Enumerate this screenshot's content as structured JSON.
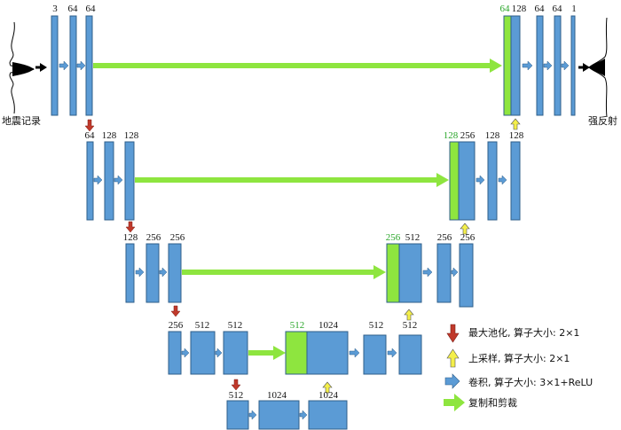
{
  "colors": {
    "block": "#5b9bd5",
    "block_border": "#2f5f8a",
    "copy": "#8ee53f",
    "pool": "#c0392b",
    "upsample": "#f4ef4a",
    "conv": "#5b9bd5"
  },
  "labels": {
    "input_caption": "地震记录",
    "output_caption": "强反射",
    "r1": [
      "3",
      "64",
      "64"
    ],
    "r1_out_green": "64",
    "r1_out": [
      "128",
      "64",
      "64",
      "1"
    ],
    "r2": [
      "64",
      "128",
      "128"
    ],
    "r2_out_green": "128",
    "r2_out": [
      "256",
      "128",
      "128"
    ],
    "r3": [
      "128",
      "256",
      "256"
    ],
    "r3_out_green": "256",
    "r3_out": [
      "512",
      "256",
      "256"
    ],
    "r4": [
      "256",
      "512",
      "512"
    ],
    "r4_out_green": "512",
    "r4_out": [
      "1024",
      "512",
      "512"
    ],
    "r5": [
      "512",
      "1024",
      "1024"
    ]
  },
  "legend": {
    "pool": "最大池化, 算子大小: 2×1",
    "upsample": "上采样, 算子大小: 2×1",
    "conv": "卷积, 算子大小: 3×1+ReLU",
    "copy": "复制和剪裁"
  }
}
